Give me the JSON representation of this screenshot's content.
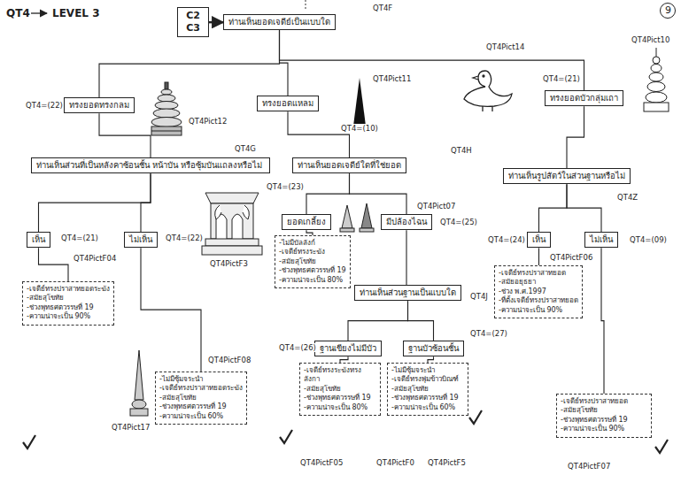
{
  "diagram": {
    "nodes": [
      {
        "text": [
          "C2 C3"
        ]
      },
      {
        "text": [
          "ท่านเห็นยอดเจดีย์เป็นแบบใด"
        ]
      },
      {
        "text": [
          "ทรงยอดทรงกลม"
        ]
      },
      {
        "text": [
          "ทรงยอดแหลม"
        ]
      },
      {
        "text": [
          "ทรงยอดบัวกลุ่มเถา"
        ]
      },
      {
        "text": [
          "ท่านเห็นส่วนที่เป็นหลังคาซ้อนชั้น หน้าบัน หรือซุ้มบันแถลงหรือไม่"
        ]
      },
      {
        "text": [
          "ท่านเห็นยอดเจดีย์ใดที่ใช่ยอด"
        ]
      },
      {
        "text": [
          "ท่านเห็นรูปสัตว์ในส่วนฐานหรือไม่"
        ]
      },
      {
        "text": [
          "เห็น"
        ]
      },
      {
        "text": [
          "ไม่เห็น"
        ]
      },
      {
        "text": [
          "ยอดเกลี้ยง"
        ]
      },
      {
        "text": [
          "มีปล้องไฉน"
        ]
      },
      {
        "text": [
          "ท่านเห็นส่วนฐานเป็นแบบใด"
        ]
      },
      {
        "text": [
          "-ไม่มีบัลลังก์",
          "-เจดีย์ทรงระฆัง",
          "-สมัยสุโขทัย",
          "-ช่วงพุทธศตวรรษที่ 19",
          "-ความน่าจะเป็น 80%"
        ]
      },
      {
        "text": [
          "ฐานเขียงไม่มีบัว"
        ]
      },
      {
        "text": [
          "ฐานบัวซ้อนชั้น"
        ]
      },
      {
        "text": [
          "-เจดีย์ทรงระฆังทรงลังกา",
          "-สมัยสุโขทัย",
          "-ช่วงพุทธศตวรรษที่ 19",
          "-ความน่าจะเป็น 80%"
        ]
      },
      {
        "text": [
          "-ไม่มีซุ้มจระนำ",
          "-เจดีย์ทรงพุ่มข้าวบิณฑ์",
          "-สมัยสุโขทัย",
          "-ช่วงพุทธศตวรรษที่ 19",
          "-ความน่าจะเป็น 60%"
        ]
      },
      {
        "text": [
          "-เจดีย์ทรงปราสาทยอดระฆัง",
          "-สมัยสุโขทัย",
          "-ช่วงพุทธศตวรรษที่ 19",
          "-ความน่าจะเป็น 90%"
        ]
      },
      {
        "text": [
          "-ไม่มีซุ้มจระนำ",
          "-เจดีย์ทรงปราสาทยอดระฆัง",
          "-สมัยสุโขทัย",
          "-ช่วงพุทธศตวรรษที่ 19",
          "-ความน่าจะเป็น 60%"
        ]
      },
      {
        "text": [
          "เห็น"
        ]
      },
      {
        "text": [
          "ไม่เห็น"
        ]
      },
      {
        "text": [
          "-เจดีย์ทรงปราสาทยอด",
          "-สมัยอยุธยา",
          "-ช่วง พ.ศ.1997",
          "-ที่ตั้งเจดีย์ทรงปราสาทยอด",
          "-ความน่าจะเป็น 90%"
        ]
      },
      {
        "text": [
          "-เจดีย์ทรงปราสาทยอด",
          "-สมัยสุโขทัย",
          "-ช่วงพุทธศตวรรษที่ 19",
          "-ความน่าจะเป็น 90%"
        ]
      }
    ],
    "edges": [
      {
        "from": 0,
        "to": 1,
        "arrow": "to"
      },
      {
        "from": 1,
        "to": 2,
        "arrow": "none"
      },
      {
        "from": 1,
        "to": 3,
        "arrow": "none"
      },
      {
        "from": 1,
        "to": 4,
        "arrow": "none"
      },
      {
        "from": 2,
        "to": 5,
        "arrow": "none"
      },
      {
        "from": 3,
        "to": 6,
        "arrow": "none"
      },
      {
        "from": 4,
        "to": 7,
        "arrow": "none"
      },
      {
        "from": 5,
        "to": 8,
        "arrow": "none"
      },
      {
        "from": 5,
        "to": 9,
        "arrow": "none"
      },
      {
        "from": 6,
        "to": 10,
        "arrow": "none"
      },
      {
        "from": 6,
        "to": 11,
        "arrow": "none"
      },
      {
        "from": 10,
        "to": 13,
        "arrow": "none"
      },
      {
        "from": 11,
        "to": 12,
        "arrow": "none"
      },
      {
        "from": 12,
        "to": 14,
        "arrow": "none"
      },
      {
        "from": 12,
        "to": 15,
        "arrow": "none"
      },
      {
        "from": 14,
        "to": 16,
        "arrow": "none"
      },
      {
        "from": 15,
        "to": 17,
        "arrow": "none"
      },
      {
        "from": 8,
        "to": 18,
        "arrow": "none"
      },
      {
        "from": 9,
        "to": 19,
        "arrow": "none"
      },
      {
        "from": 7,
        "to": 20,
        "arrow": "none"
      },
      {
        "from": 7,
        "to": 21,
        "arrow": "none"
      },
      {
        "from": 20,
        "to": 22,
        "arrow": "none"
      },
      {
        "from": 21,
        "to": 23,
        "arrow": "none"
      }
    ],
    "labels": [
      "QT4",
      "LEVEL 3",
      "9",
      "QT4F",
      "QT4=(22)",
      "QT4Pict12",
      "QT4=(10)",
      "QT4Pict11",
      "QT4Pict14",
      "QT4=(21)",
      "QT4Pict10",
      "QT4G",
      "QT4H",
      "QT4Z",
      "QT4=(21)",
      "QT4=(22)",
      "QT4PictF3",
      "QT4=(23)",
      "QT4Pict07",
      "QT4=(25)",
      "QT4PictF04",
      "QT4PictF08",
      "QT4Pict17",
      "QT4J",
      "QT4=(26)",
      "QT4=(27)",
      "QT4=(24)",
      "QT4=(09)",
      "QT4PictF06",
      "QT4PictF07",
      "QT4PictF05",
      "QT4PictF0",
      "QT4PictF5"
    ]
  }
}
